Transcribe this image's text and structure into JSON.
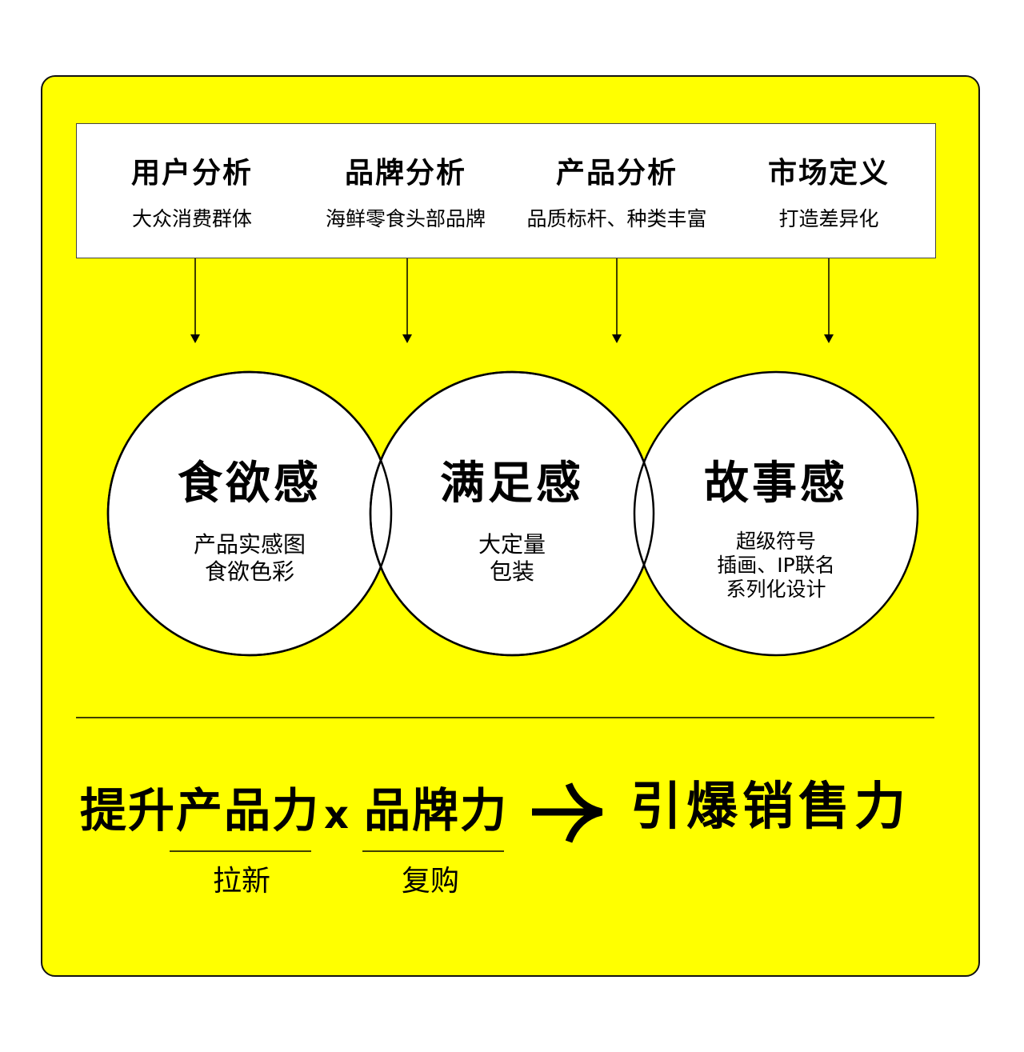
{
  "colors": {
    "background": "#ffff00",
    "panel_border": "#111111",
    "box_fill": "#ffffff",
    "text": "#000000"
  },
  "analysis": [
    {
      "title": "用户分析",
      "subtitle": "大众消费群体"
    },
    {
      "title": "品牌分析",
      "subtitle": "海鲜零食头部品牌"
    },
    {
      "title": "产品分析",
      "subtitle": "品质标杆、种类丰富"
    },
    {
      "title": "市场定义",
      "subtitle": "打造差异化"
    }
  ],
  "circles": [
    {
      "title": "食欲感",
      "lines": [
        "产品实感图",
        "食欲色彩"
      ]
    },
    {
      "title": "满足感",
      "lines": [
        "大定量",
        "包装"
      ]
    },
    {
      "title": "故事感",
      "lines": [
        "超级符号",
        "插画、IP联名",
        "系列化设计"
      ]
    }
  ],
  "formula": {
    "part1": "提升产品力",
    "operator": "x",
    "part2": "品牌力",
    "arrow_icon": "arrow-right",
    "result": "引爆销售力",
    "part1_note": "拉新",
    "part2_note": "复购"
  }
}
